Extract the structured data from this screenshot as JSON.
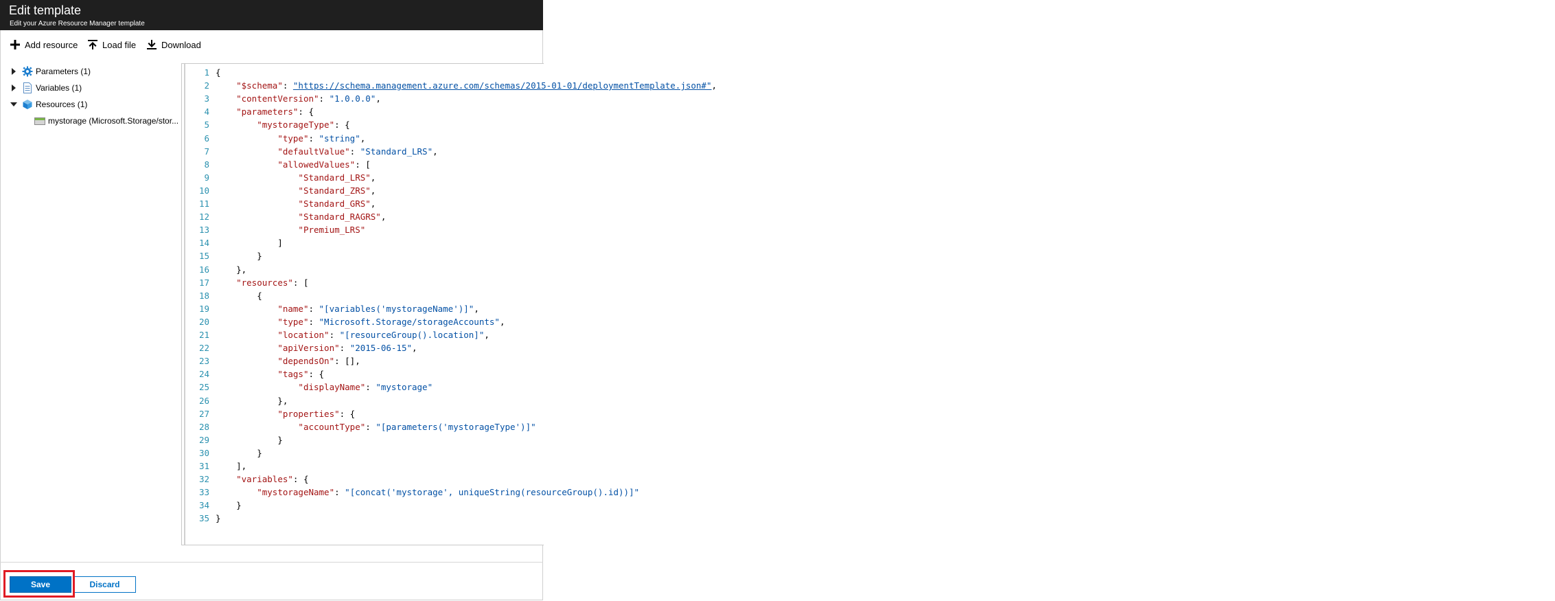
{
  "header": {
    "title": "Edit template",
    "subtitle": "Edit your Azure Resource Manager template"
  },
  "toolbar": {
    "add_resource": "Add resource",
    "load_file": "Load file",
    "download": "Download"
  },
  "tree": {
    "parameters": "Parameters (1)",
    "variables": "Variables (1)",
    "resources": "Resources (1)",
    "storage": "mystorage (Microsoft.Storage/stor..."
  },
  "code_lines": [
    [
      "1",
      [
        [
          "p",
          "{"
        ]
      ]
    ],
    [
      "2",
      [
        [
          "p",
          "    "
        ],
        [
          "k",
          "\"$schema\""
        ],
        [
          "p",
          ": "
        ],
        [
          "u",
          "\"https://schema.management.azure.com/schemas/2015-01-01/deploymentTemplate.json#\""
        ],
        [
          "p",
          ","
        ]
      ]
    ],
    [
      "3",
      [
        [
          "p",
          "    "
        ],
        [
          "k",
          "\"contentVersion\""
        ],
        [
          "p",
          ": "
        ],
        [
          "s",
          "\"1.0.0.0\""
        ],
        [
          "p",
          ","
        ]
      ]
    ],
    [
      "4",
      [
        [
          "p",
          "    "
        ],
        [
          "k",
          "\"parameters\""
        ],
        [
          "p",
          ": {"
        ]
      ]
    ],
    [
      "5",
      [
        [
          "p",
          "        "
        ],
        [
          "k",
          "\"mystorageType\""
        ],
        [
          "p",
          ": {"
        ]
      ]
    ],
    [
      "6",
      [
        [
          "p",
          "            "
        ],
        [
          "k",
          "\"type\""
        ],
        [
          "p",
          ": "
        ],
        [
          "s",
          "\"string\""
        ],
        [
          "p",
          ","
        ]
      ]
    ],
    [
      "7",
      [
        [
          "p",
          "            "
        ],
        [
          "k",
          "\"defaultValue\""
        ],
        [
          "p",
          ": "
        ],
        [
          "s",
          "\"Standard_LRS\""
        ],
        [
          "p",
          ","
        ]
      ]
    ],
    [
      "8",
      [
        [
          "p",
          "            "
        ],
        [
          "k",
          "\"allowedValues\""
        ],
        [
          "p",
          ": ["
        ]
      ]
    ],
    [
      "9",
      [
        [
          "p",
          "                "
        ],
        [
          "k",
          "\"Standard_LRS\""
        ],
        [
          "p",
          ","
        ]
      ]
    ],
    [
      "10",
      [
        [
          "p",
          "                "
        ],
        [
          "k",
          "\"Standard_ZRS\""
        ],
        [
          "p",
          ","
        ]
      ]
    ],
    [
      "11",
      [
        [
          "p",
          "                "
        ],
        [
          "k",
          "\"Standard_GRS\""
        ],
        [
          "p",
          ","
        ]
      ]
    ],
    [
      "12",
      [
        [
          "p",
          "                "
        ],
        [
          "k",
          "\"Standard_RAGRS\""
        ],
        [
          "p",
          ","
        ]
      ]
    ],
    [
      "13",
      [
        [
          "p",
          "                "
        ],
        [
          "k",
          "\"Premium_LRS\""
        ]
      ]
    ],
    [
      "14",
      [
        [
          "p",
          "            ]"
        ]
      ]
    ],
    [
      "15",
      [
        [
          "p",
          "        }"
        ]
      ]
    ],
    [
      "16",
      [
        [
          "p",
          "    },"
        ]
      ]
    ],
    [
      "17",
      [
        [
          "p",
          "    "
        ],
        [
          "k",
          "\"resources\""
        ],
        [
          "p",
          ": ["
        ]
      ]
    ],
    [
      "18",
      [
        [
          "p",
          "        {"
        ]
      ]
    ],
    [
      "19",
      [
        [
          "p",
          "            "
        ],
        [
          "k",
          "\"name\""
        ],
        [
          "p",
          ": "
        ],
        [
          "s",
          "\"[variables('mystorageName')]\""
        ],
        [
          "p",
          ","
        ]
      ]
    ],
    [
      "20",
      [
        [
          "p",
          "            "
        ],
        [
          "k",
          "\"type\""
        ],
        [
          "p",
          ": "
        ],
        [
          "s",
          "\"Microsoft.Storage/storageAccounts\""
        ],
        [
          "p",
          ","
        ]
      ]
    ],
    [
      "21",
      [
        [
          "p",
          "            "
        ],
        [
          "k",
          "\"location\""
        ],
        [
          "p",
          ": "
        ],
        [
          "s",
          "\"[resourceGroup().location]\""
        ],
        [
          "p",
          ","
        ]
      ]
    ],
    [
      "22",
      [
        [
          "p",
          "            "
        ],
        [
          "k",
          "\"apiVersion\""
        ],
        [
          "p",
          ": "
        ],
        [
          "s",
          "\"2015-06-15\""
        ],
        [
          "p",
          ","
        ]
      ]
    ],
    [
      "23",
      [
        [
          "p",
          "            "
        ],
        [
          "k",
          "\"dependsOn\""
        ],
        [
          "p",
          ": [],"
        ]
      ]
    ],
    [
      "24",
      [
        [
          "p",
          "            "
        ],
        [
          "k",
          "\"tags\""
        ],
        [
          "p",
          ": {"
        ]
      ]
    ],
    [
      "25",
      [
        [
          "p",
          "                "
        ],
        [
          "k",
          "\"displayName\""
        ],
        [
          "p",
          ": "
        ],
        [
          "s",
          "\"mystorage\""
        ]
      ]
    ],
    [
      "26",
      [
        [
          "p",
          "            },"
        ]
      ]
    ],
    [
      "27",
      [
        [
          "p",
          "            "
        ],
        [
          "k",
          "\"properties\""
        ],
        [
          "p",
          ": {"
        ]
      ]
    ],
    [
      "28",
      [
        [
          "p",
          "                "
        ],
        [
          "k",
          "\"accountType\""
        ],
        [
          "p",
          ": "
        ],
        [
          "s",
          "\"[parameters('mystorageType')]\""
        ]
      ]
    ],
    [
      "29",
      [
        [
          "p",
          "            }"
        ]
      ]
    ],
    [
      "30",
      [
        [
          "p",
          "        }"
        ]
      ]
    ],
    [
      "31",
      [
        [
          "p",
          "    ],"
        ]
      ]
    ],
    [
      "32",
      [
        [
          "p",
          "    "
        ],
        [
          "k",
          "\"variables\""
        ],
        [
          "p",
          ": {"
        ]
      ]
    ],
    [
      "33",
      [
        [
          "p",
          "        "
        ],
        [
          "k",
          "\"mystorageName\""
        ],
        [
          "p",
          ": "
        ],
        [
          "s",
          "\"[concat('mystorage', uniqueString(resourceGroup().id))]\""
        ]
      ]
    ],
    [
      "34",
      [
        [
          "p",
          "    }"
        ]
      ]
    ],
    [
      "35",
      [
        [
          "p",
          "}"
        ]
      ]
    ]
  ],
  "footer": {
    "save": "Save",
    "discard": "Discard"
  },
  "colors": {
    "header_bg": "#1f1f1f",
    "accent": "#0072c6",
    "highlight": "#e01b24",
    "json_key": "#a31515",
    "json_string": "#0451a5",
    "line_number": "#2b91af"
  }
}
